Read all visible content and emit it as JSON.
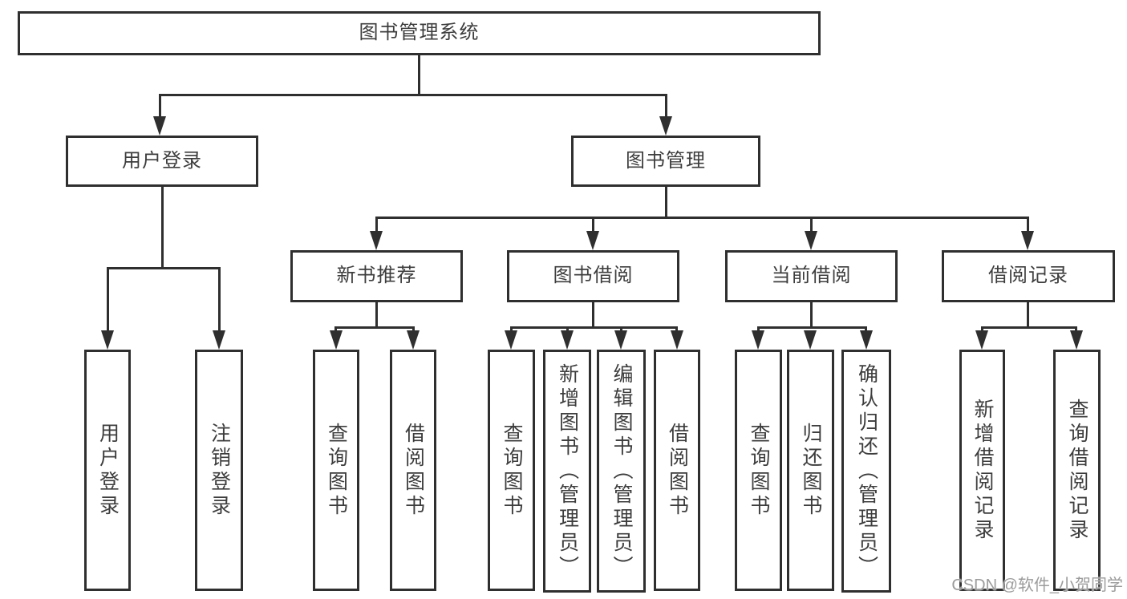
{
  "tree": {
    "root": "图书管理系统",
    "children": [
      {
        "label": "用户登录",
        "children": [
          "用户登录",
          "注销登录"
        ]
      },
      {
        "label": "图书管理",
        "children": [
          {
            "label": "新书推荐",
            "children": [
              "查询图书",
              "借阅图书"
            ]
          },
          {
            "label": "图书借阅",
            "children": [
              "查询图书",
              "新增图书（管理员）",
              "编辑图书（管理员）",
              "借阅图书"
            ]
          },
          {
            "label": "当前借阅",
            "children": [
              "查询图书",
              "归还图书",
              "确认归还（管理员）"
            ]
          },
          {
            "label": "借阅记录",
            "children": [
              "新增借阅记录",
              "查询借阅记录"
            ]
          }
        ]
      }
    ]
  },
  "watermark": "CSDN @软件_小贺同学",
  "colors": {
    "line": "#2f2f2f",
    "text": "#3d3d3d",
    "watermark": "#9b9b9b",
    "background": "#ffffff"
  }
}
